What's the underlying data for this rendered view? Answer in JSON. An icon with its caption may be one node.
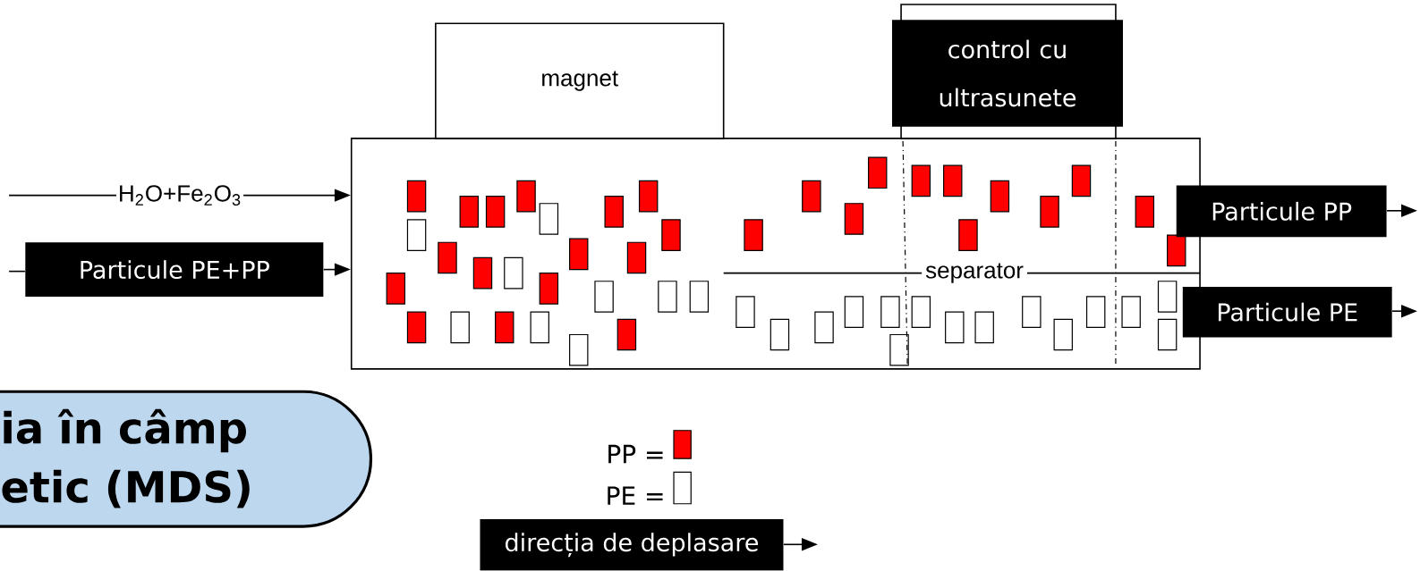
{
  "diagram": {
    "nodes": [
      {
        "text": [
          "magnet"
        ]
      },
      {
        "text": [
          "control cu ultrasunete"
        ]
      },
      {
        "text": [],
        "shape": "box"
      },
      {
        "text": [
          "Particule PE+PP"
        ]
      },
      {
        "text": [
          "Particule PP"
        ]
      },
      {
        "text": [
          "Particule PE"
        ]
      },
      {
        "text": [
          "direcția de deplasare"
        ]
      },
      {
        "text": [
          "ia în câmp etic (MDS)"
        ]
      }
    ],
    "edges": [
      {
        "from": null,
        "to": 2,
        "arrow": "to",
        "label": "H$_{2}$O+Fe$_{2}$O$_{3}$"
      },
      {
        "from": null,
        "to": 3,
        "arrow": "none"
      },
      {
        "from": 3,
        "to": 2,
        "arrow": "to"
      },
      {
        "from": 4,
        "to": null,
        "arrow": "to"
      },
      {
        "from": 5,
        "to": null,
        "arrow": "to"
      },
      {
        "from": 6,
        "to": null,
        "arrow": "to"
      }
    ],
    "labels": [
      "separator"
    ],
    "legend": [
      {
        "text": "PP =",
        "color": "#ff0000"
      },
      {
        "text": "PE ="
      }
    ]
  }
}
